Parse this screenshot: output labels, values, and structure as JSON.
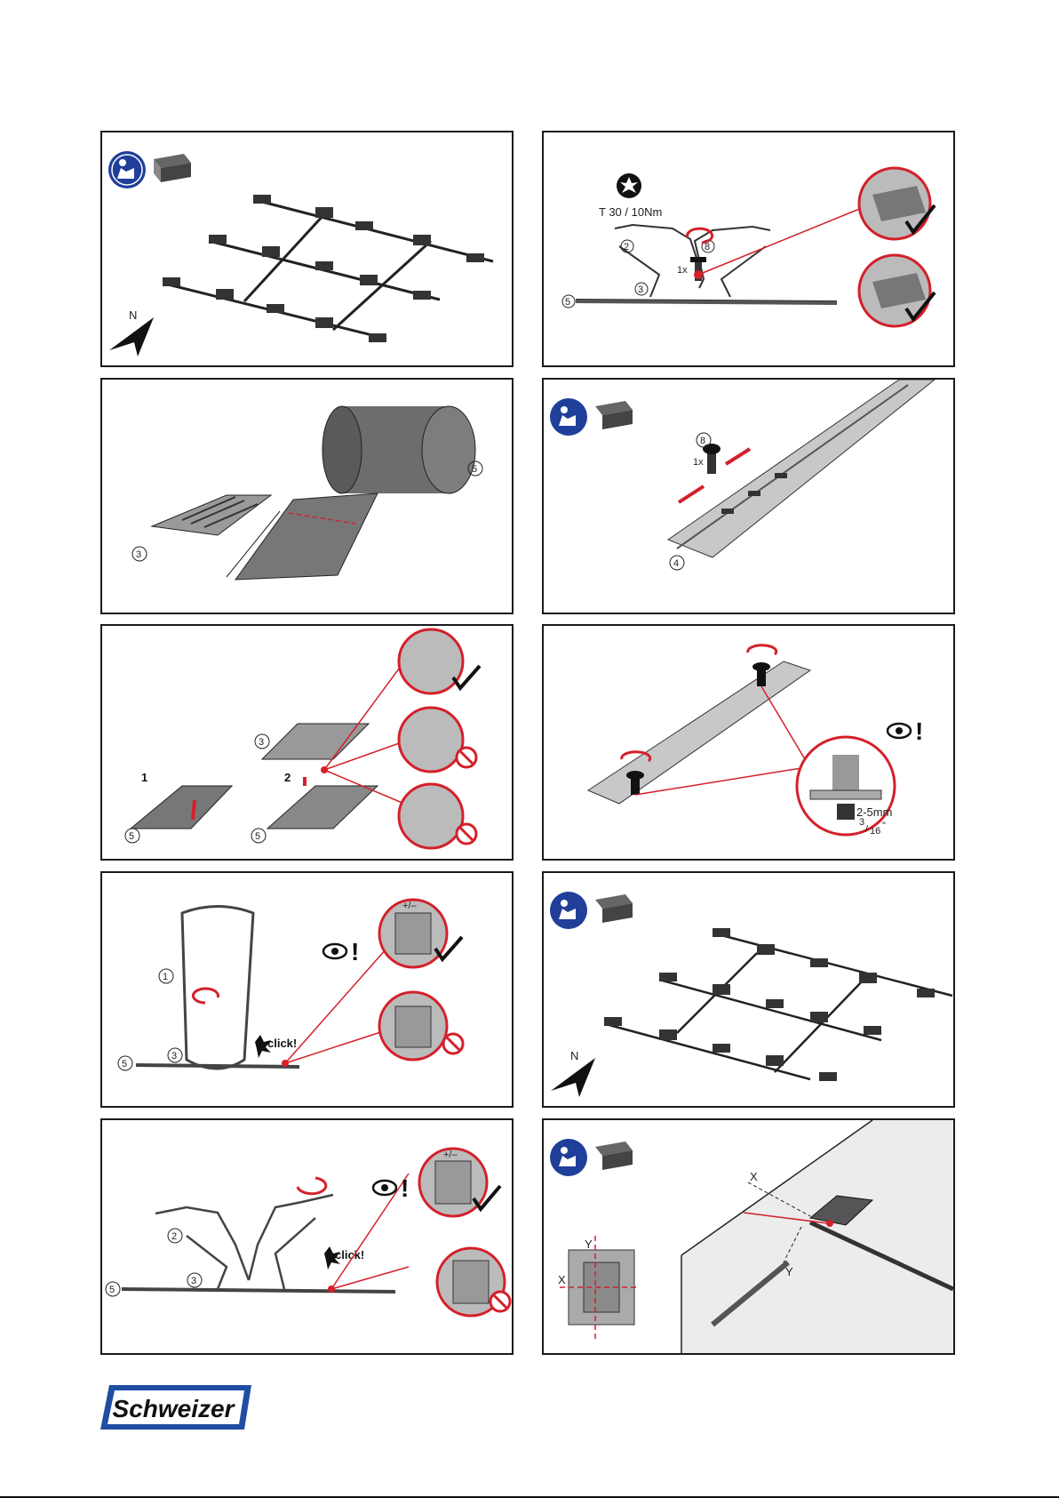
{
  "brand": {
    "name": "Schweizer",
    "color": "#1f4ea1"
  },
  "colors": {
    "accent_red": "#d4202a",
    "info_blue": "#1f3f9a",
    "line": "#1a1a1a",
    "grey": "#7d7d7d"
  },
  "panels": {
    "p1": {
      "north": "N",
      "icons": [
        "read-manual-icon",
        "grid-block-icon"
      ]
    },
    "p2": {
      "torque": "T 30 / 10Nm",
      "qty": "1x",
      "c2": "2",
      "c3": "3",
      "c5": "5",
      "c8": "8"
    },
    "p3": {
      "c3": "3",
      "c5": "5"
    },
    "p4": {
      "qty": "1x",
      "c8": "8",
      "c4": "4"
    },
    "p5": {
      "step1": "1",
      "step2": "2",
      "c3": "3",
      "c5a": "5",
      "c5b": "5"
    },
    "p6": {
      "gap": "2-5mm",
      "frac_num": "3",
      "frac_den": "16",
      "frac_unit": "\"",
      "warn": "!"
    },
    "p7": {
      "click": "click!",
      "c1": "1",
      "c3": "3",
      "c5": "5",
      "tol": "+/–",
      "warn": "!"
    },
    "p8": {
      "north": "N"
    },
    "p9": {
      "click": "click!",
      "c2": "2",
      "c3": "3",
      "c5": "5",
      "tol": "+/–",
      "warn": "!"
    },
    "p10": {
      "x_top": "X",
      "y_top": "Y",
      "x_left": "X",
      "y_left": "Y"
    }
  }
}
